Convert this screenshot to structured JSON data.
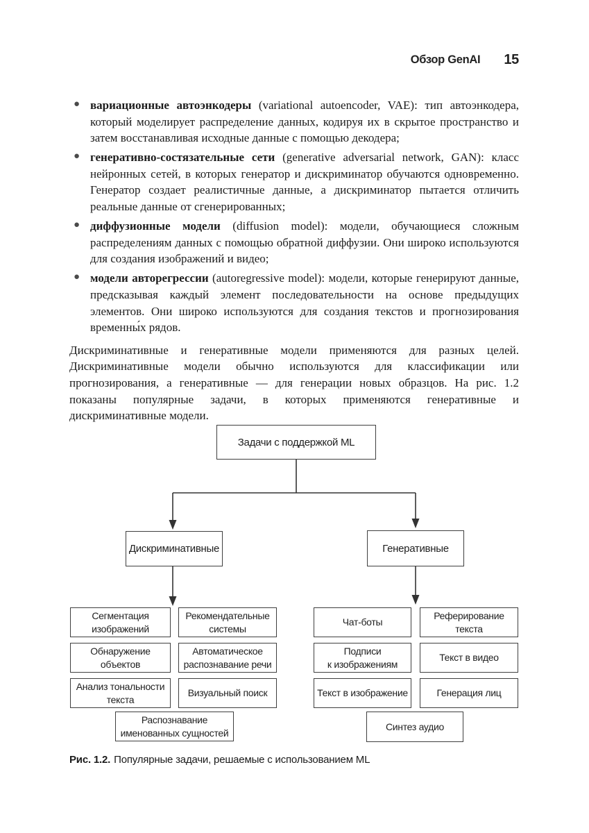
{
  "header": {
    "title": "Обзор GenAI",
    "page_number": "15"
  },
  "list": {
    "bullet_char": "●",
    "items": [
      {
        "term": "вариационные автоэнкодеры",
        "rest": " (variational autoencoder, VAE): тип автоэнкодера, который моделирует распределение данных, кодируя их в скрытое пространство и затем восстанавливая исходные данные с помощью декодера;"
      },
      {
        "term": "генеративно-состязательные сети",
        "rest": " (generative adversarial network, GAN): класс нейронных сетей, в которых генератор и дискриминатор обучаются одновременно. Генератор создает реалистичные данные, а дискриминатор пытается отличить реальные данные от сгенерированных;"
      },
      {
        "term": "диффузионные модели",
        "rest": " (diffusion model): модели, обучающиеся сложным распределениям данных с помощью обратной диффузии. Они широко используются для создания изображений и видео;"
      },
      {
        "term": "модели авторегрессии",
        "rest": " (autoregressive model): модели, которые генерируют данные, предсказывая каждый элемент последовательности на основе предыдущих элементов. Они широко используются для создания текстов и прогнозирования временны́х рядов."
      }
    ]
  },
  "paragraph": "Дискриминативные и генеративные модели применяются для разных целей. Дискриминативные модели обычно используются для классификации или прогнозирования, а генеративные — для генерации новых образцов. На рис. 1.2 показаны популярные задачи, в которых применяются генеративные и дискриминативные модели.",
  "diagram": {
    "root": "Задачи с поддержкой ML",
    "left": {
      "label": "Дискриминативные",
      "col1": [
        "Сегментация\nизображений",
        "Обнаружение\nобъектов",
        "Анализ тональности\nтекста"
      ],
      "col2": [
        "Рекомендательные\nсистемы",
        "Автоматическое\nраспознавание речи",
        "Визуальный поиск"
      ],
      "bottom": "Распознавание\nименованных сущностей"
    },
    "right": {
      "label": "Генеративные",
      "col1": [
        "Чат-боты",
        "Подписи\nк изображениям",
        "Текст в изображение"
      ],
      "col2": [
        "Реферирование\nтекста",
        "Текст в видео",
        "Генерация лиц"
      ],
      "bottom": "Синтез аудио"
    }
  },
  "caption": {
    "label": "Рис. 1.2.",
    "text": "Популярные задачи, решаемые с использованием ML"
  }
}
